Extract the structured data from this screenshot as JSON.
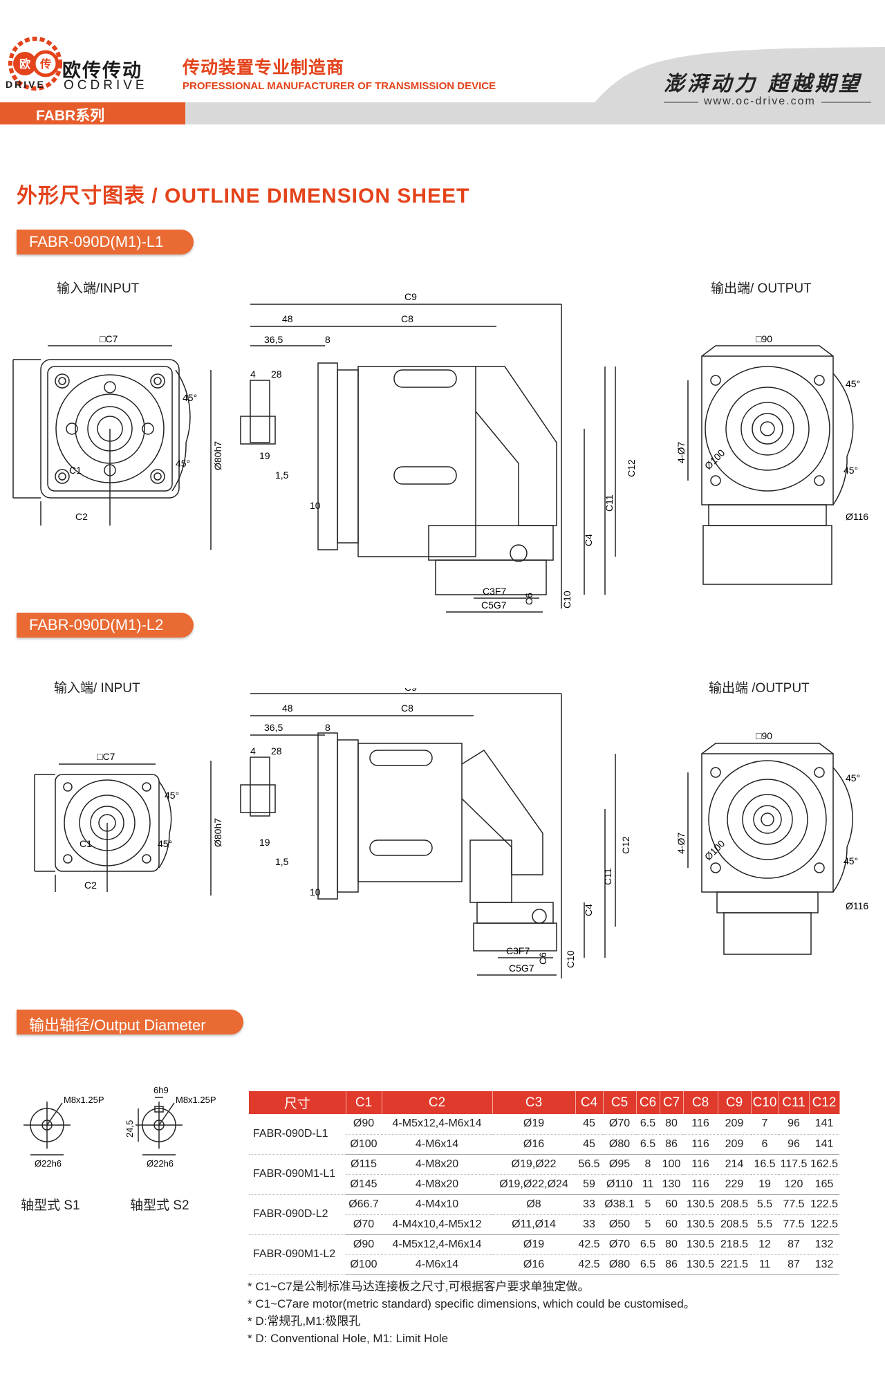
{
  "header": {
    "brand_cn": "欧传传动",
    "brand_drive": "DRIVE",
    "brand_en": "OCDRIVE",
    "logo_chars": [
      "欧",
      "传"
    ],
    "tagline_cn": "传动装置专业制造商",
    "tagline_en": "PROFESSIONAL MANUFACTURER OF TRANSMISSION DEVICE",
    "series": "FABR系列",
    "slogan": "澎湃动力 超越期望",
    "website": "www.oc-drive.com",
    "brand_color": "#e4431b"
  },
  "title": "外形尺寸图表 / OUTLINE DIMENSION SHEET",
  "sections": [
    {
      "model": "FABR-090D(M1)-L1",
      "input_label": "输入端/INPUT",
      "output_label": "输出端/ OUTPUT"
    },
    {
      "model": "FABR-090D(M1)-L2",
      "input_label": "输入端/ INPUT",
      "output_label": "输出端 /OUTPUT"
    }
  ],
  "dims": {
    "c7": "□C7",
    "c1": "C1",
    "c2": "C2",
    "c9": "C9",
    "c8": "C8",
    "d48": "48",
    "d365": "36,5",
    "d8": "8",
    "d4": "4",
    "d28": "28",
    "d19": "19",
    "d15": "1,5",
    "d10": "10",
    "d80": "Ø80h7",
    "c12": "C12",
    "c11": "C11",
    "c4": "C4",
    "c3": "C3F7",
    "c6": "C6",
    "c10": "C10",
    "c5": "C5G7",
    "sq90": "□90",
    "d7": "4-Ø7",
    "d100": "Ø100",
    "d116": "Ø116",
    "a45": "45°"
  },
  "output_diameter": {
    "title": "输出轴径/Output Diameter",
    "thread": "M8x1.25P",
    "key": "6h9",
    "height": "24,5",
    "dia": "Ø22h6",
    "s1": "轴型式 S1",
    "s2": "轴型式 S2"
  },
  "table": {
    "headers": [
      "尺寸",
      "C1",
      "C2",
      "C3",
      "C4",
      "C5",
      "C6",
      "C7",
      "C8",
      "C9",
      "C10",
      "C11",
      "C12"
    ],
    "groups": [
      {
        "model": "FABR-090D-L1",
        "rows": [
          [
            "Ø90",
            "4-M5x12,4-M6x14",
            "Ø19",
            "45",
            "Ø70",
            "6.5",
            "80",
            "116",
            "209",
            "7",
            "96",
            "141"
          ],
          [
            "Ø100",
            "4-M6x14",
            "Ø16",
            "45",
            "Ø80",
            "6.5",
            "86",
            "116",
            "209",
            "6",
            "96",
            "141"
          ]
        ]
      },
      {
        "model": "FABR-090M1-L1",
        "rows": [
          [
            "Ø115",
            "4-M8x20",
            "Ø19,Ø22",
            "56.5",
            "Ø95",
            "8",
            "100",
            "116",
            "214",
            "16.5",
            "117.5",
            "162.5"
          ],
          [
            "Ø145",
            "4-M8x20",
            "Ø19,Ø22,Ø24",
            "59",
            "Ø110",
            "11",
            "130",
            "116",
            "229",
            "19",
            "120",
            "165"
          ]
        ]
      },
      {
        "model": "FABR-090D-L2",
        "rows": [
          [
            "Ø66.7",
            "4-M4x10",
            "Ø8",
            "33",
            "Ø38.1",
            "5",
            "60",
            "130.5",
            "208.5",
            "5.5",
            "77.5",
            "122.5"
          ],
          [
            "Ø70",
            "4-M4x10,4-M5x12",
            "Ø11,Ø14",
            "33",
            "Ø50",
            "5",
            "60",
            "130.5",
            "208.5",
            "5.5",
            "77.5",
            "122.5"
          ]
        ]
      },
      {
        "model": "FABR-090M1-L2",
        "rows": [
          [
            "Ø90",
            "4-M5x12,4-M6x14",
            "Ø19",
            "42.5",
            "Ø70",
            "6.5",
            "80",
            "130.5",
            "218.5",
            "12",
            "87",
            "132"
          ],
          [
            "Ø100",
            "4-M6x14",
            "Ø16",
            "42.5",
            "Ø80",
            "6.5",
            "86",
            "130.5",
            "221.5",
            "11",
            "87",
            "132"
          ]
        ]
      }
    ]
  },
  "notes": [
    "* C1~C7是公制标准马达连接板之尺寸,可根据客户要求单独定做。",
    "* C1~C7are motor(metric standard)  specific dimensions, which could be customised。",
    "* D:常规孔,M1:极限孔",
    "* D: Conventional Hole, M1: Limit Hole"
  ]
}
